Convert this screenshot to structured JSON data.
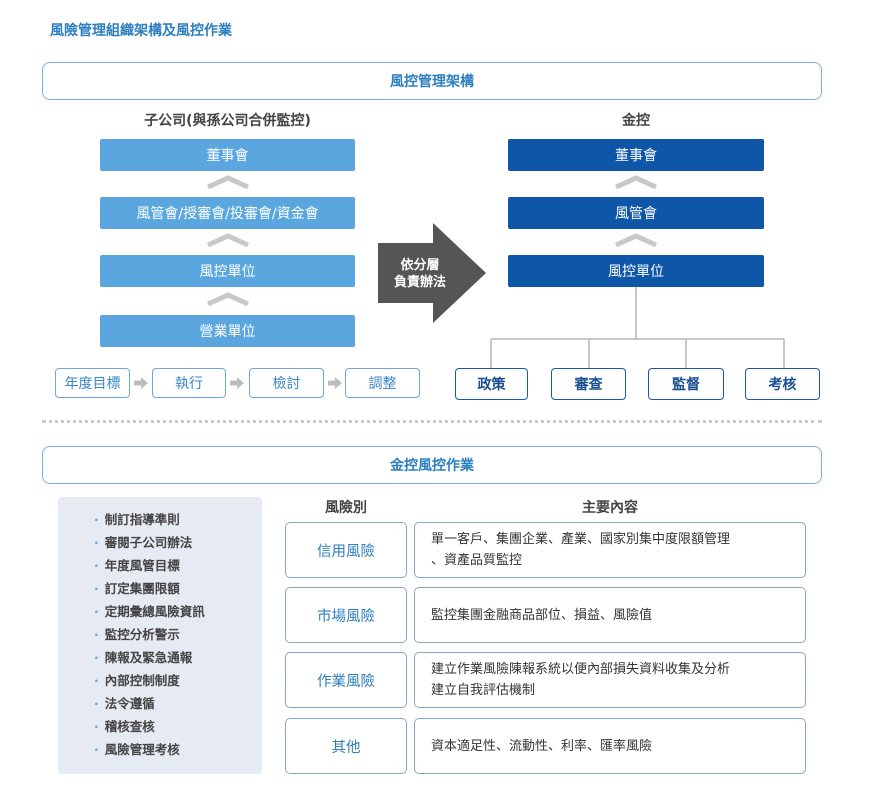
{
  "page_title": "風險管理組織架構及風控作業",
  "structure_band": "風控管理架構",
  "left": {
    "heading": "子公司(與孫公司合併監控)",
    "levels": [
      "董事會",
      "風管會/授審會/投審會/資金會",
      "風控單位",
      "營業單位"
    ],
    "cycle": [
      "年度目標",
      "執行",
      "檢討",
      "調整"
    ]
  },
  "arrow_text": [
    "依分層",
    "負責辦法"
  ],
  "right": {
    "heading": "金控",
    "levels": [
      "董事會",
      "風管會",
      "風控單位"
    ],
    "functions": [
      "政策",
      "審查",
      "監督",
      "考核"
    ]
  },
  "operations_band": "金控風控作業",
  "tasks": [
    "制訂指導準則",
    "審閱子公司辦法",
    "年度風管目標",
    "訂定集團限額",
    "定期彙總風險資訊",
    "監控分析警示",
    "陳報及緊急通報",
    "內部控制制度",
    "法令遵循",
    "稽核查核",
    "風險管理考核"
  ],
  "table": {
    "col1": "風險別",
    "col2": "主要內容",
    "rows": [
      {
        "type": "信用風險",
        "desc": [
          "單一客戶、集團企業、產業、國家別集中度限額管理",
          "、資產品質監控"
        ]
      },
      {
        "type": "市場風險",
        "desc": [
          "監控集團金融商品部位、損益、風險值"
        ]
      },
      {
        "type": "作業風險",
        "desc": [
          "建立作業風險陳報系統以便內部損失資料收集及分析",
          "建立自我評估機制"
        ]
      },
      {
        "type": "其他",
        "desc": [
          "資本適足性、流動性、利率、匯率風險"
        ]
      }
    ]
  },
  "colors": {
    "light_blue": "#5aa7df",
    "dark_blue": "#0e56a8",
    "arrow_gray": "#555555",
    "title_blue": "#2e7fbf"
  }
}
